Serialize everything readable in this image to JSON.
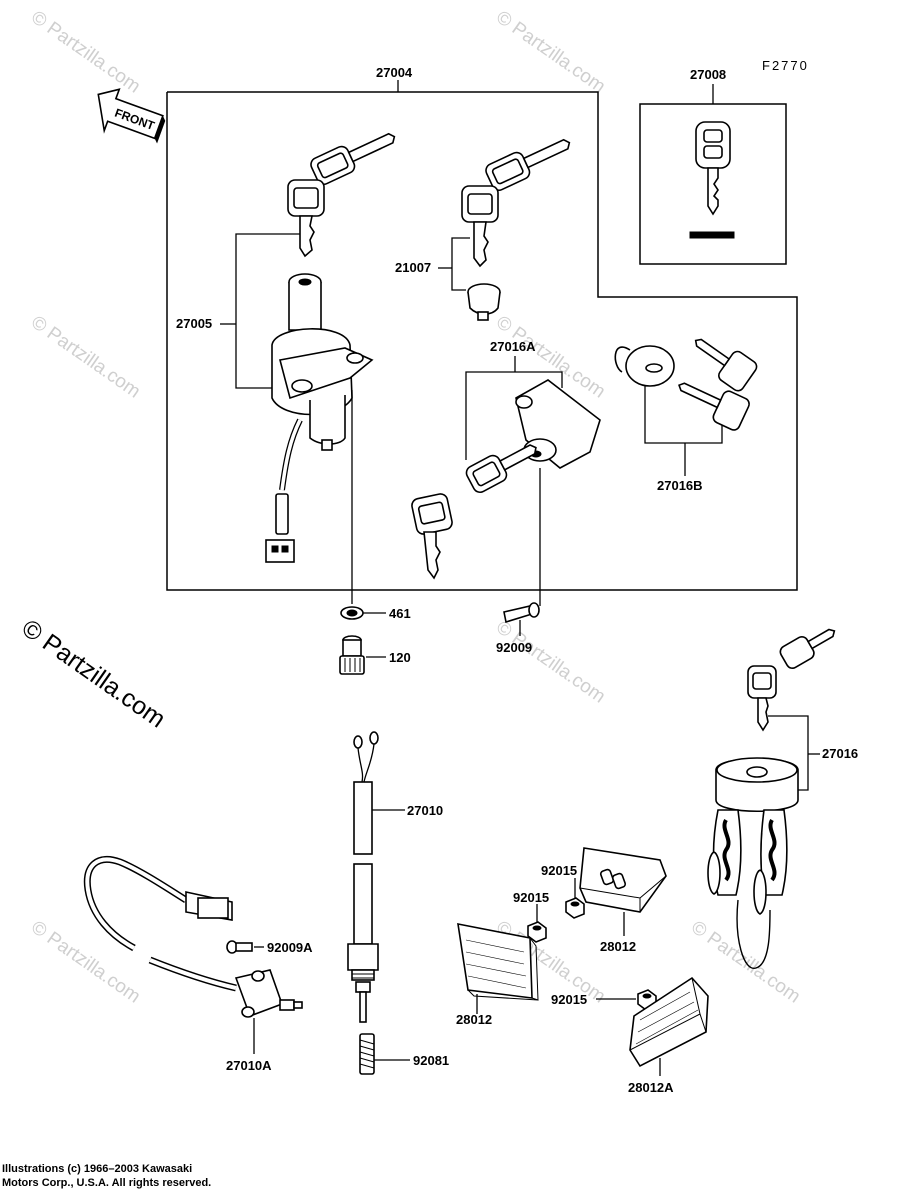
{
  "figure_code": "F2770",
  "front_label": "FRONT",
  "watermarks": [
    "© Partzilla.com",
    "© Partzilla.com",
    "© Partzilla.com",
    "© Partzilla.com",
    "© Partzilla.com",
    "© Partzilla.com",
    "© Partzilla.com",
    "© Partzilla.com"
  ],
  "main_watermark": "© Partzilla.com",
  "copyright": "Illustrations (c) 1966–2003 Kawasaki\nMotors Corp., U.S.A.  All rights reserved.",
  "part_labels": {
    "p27004": "27004",
    "p27008": "27008",
    "p27005": "27005",
    "p21007": "21007",
    "p27016A": "27016A",
    "p27016B": "27016B",
    "p461": "461",
    "p120": "120",
    "p92009": "92009",
    "p27016": "27016",
    "p27010": "27010",
    "p92015a": "92015",
    "p92015b": "92015",
    "p92015c": "92015",
    "p92009A": "92009A",
    "p28012a": "28012",
    "p28012b": "28012",
    "p27010A": "27010A",
    "p92081": "92081",
    "p28012A": "28012A"
  }
}
